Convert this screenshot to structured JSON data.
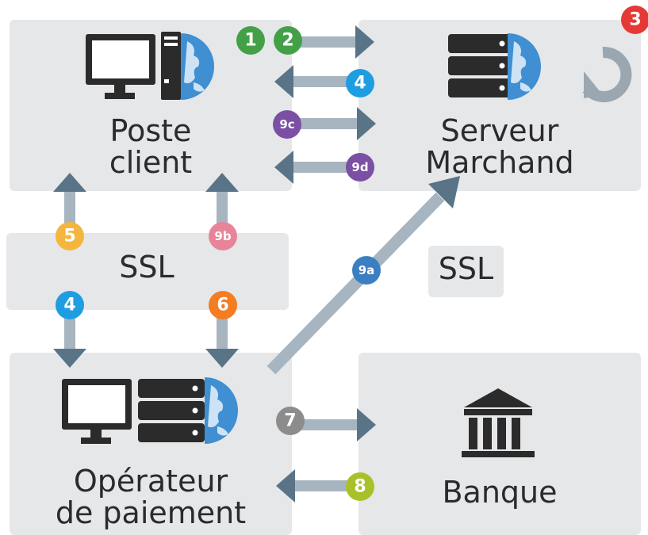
{
  "nodes": {
    "client": {
      "label": "Poste\nclient"
    },
    "ssl_left": {
      "label": "SSL"
    },
    "operator": {
      "label": "Opérateur\nde paiement"
    },
    "merchant": {
      "label": "Serveur\nMarchand"
    },
    "ssl_right": {
      "label": "SSL"
    },
    "bank": {
      "label": "Banque"
    }
  },
  "badges": [
    {
      "id": "b1",
      "text": "1",
      "color": "#43a047"
    },
    {
      "id": "b2",
      "text": "2",
      "color": "#43a047"
    },
    {
      "id": "b3",
      "text": "3",
      "color": "#e53935"
    },
    {
      "id": "b4a",
      "text": "4",
      "color": "#1e9ee0"
    },
    {
      "id": "b4b",
      "text": "4",
      "color": "#1e9ee0"
    },
    {
      "id": "b5",
      "text": "5",
      "color": "#f4b63f"
    },
    {
      "id": "b6",
      "text": "6",
      "color": "#f57c21"
    },
    {
      "id": "b7",
      "text": "7",
      "color": "#8c8c8c"
    },
    {
      "id": "b8",
      "text": "8",
      "color": "#a8c12b"
    },
    {
      "id": "b9a",
      "text": "9a",
      "color": "#3a7fc1"
    },
    {
      "id": "b9b",
      "text": "9b",
      "color": "#e8849a"
    },
    {
      "id": "b9c",
      "text": "9c",
      "color": "#7b4fa3"
    },
    {
      "id": "b9d",
      "text": "9d",
      "color": "#7b4fa3"
    }
  ],
  "colors": {
    "box": "#e6e7e9",
    "arrow_body": "#a7b5c1",
    "arrow_head": "#5a7487",
    "icon": "#2b2b2b",
    "globe": "#3f8fd2"
  },
  "icons": [
    "monitor-icon",
    "tower-icon",
    "server-icon",
    "globe-icon",
    "refresh-icon",
    "bank-icon"
  ]
}
